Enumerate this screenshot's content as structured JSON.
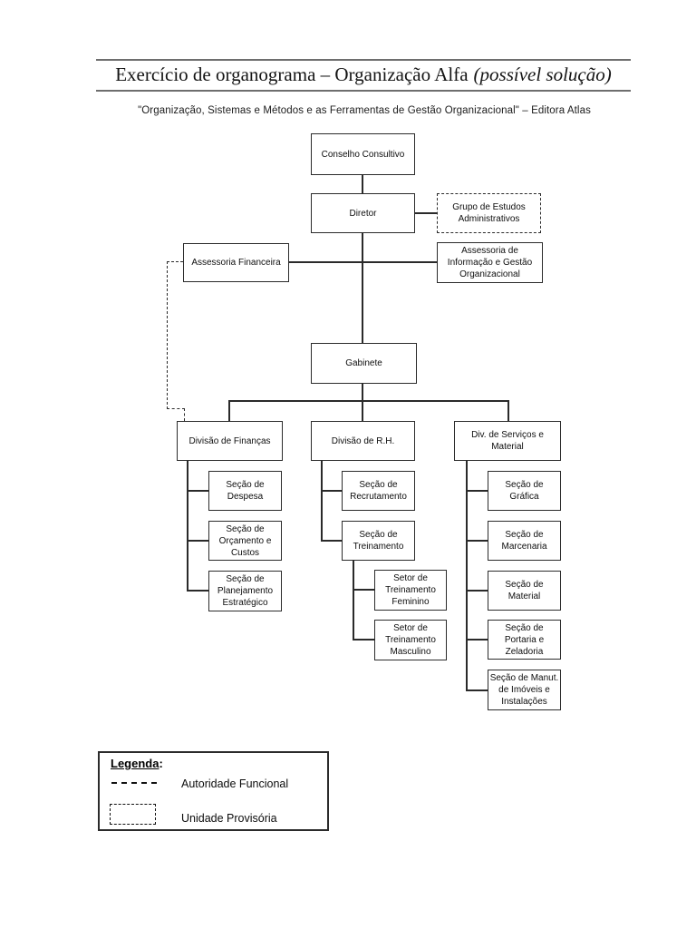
{
  "page": {
    "title_main": "Exercício de organograma – Organização Alfa",
    "title_italic": "(possível solução)",
    "subtitle": "\"Organização, Sistemas e Métodos e as Ferramentas de Gestão Organizacional\" – Editora Atlas"
  },
  "chart": {
    "type": "organizational-chart",
    "nodes": {
      "conselho": "Conselho Consultivo",
      "diretor": "Diretor",
      "grupo_estudos": "Grupo de Estudos\nAdministrativos",
      "assessoria_financeira": "Assessoria Financeira",
      "assessoria_info": "Assessoria de\nInformação e Gestão\nOrganizacional",
      "gabinete": "Gabinete",
      "div_financas": "Divisão de Finanças",
      "div_rh": "Divisão de R.H.",
      "div_servicos": "Div. de Serviços e\nMaterial",
      "secao_despesa": "Seção de\nDespesa",
      "secao_orcamento": "Seção de\nOrçamento e\nCustos",
      "secao_planejamento": "Seção de\nPlanejamento\nEstratégico",
      "secao_recrutamento": "Seção de\nRecrutamento",
      "secao_treinamento": "Seção de\nTreinamento",
      "setor_trein_feminino": "Setor de\nTreinamento\nFeminino",
      "setor_trein_masculino": "Setor de\nTreinamento\nMasculino",
      "secao_grafica": "Seção de Gráfica",
      "secao_marcenaria": "Seção de\nMarcenaria",
      "secao_material": "Seção de\nMaterial",
      "secao_portaria": "Seção de\nPortaria e\nZeladoria",
      "secao_manut": "Seção de Manut.\nde Imóveis e\nInstalações"
    }
  },
  "legend": {
    "heading": "Legenda",
    "heading_colon": ":",
    "items": [
      {
        "symbol": "dashed-line",
        "label": "Autoridade Funcional"
      },
      {
        "symbol": "dashed-box",
        "label": "Unidade Provisória"
      }
    ]
  },
  "colors": {
    "ink": "#1a1a1a",
    "box_border": "#2b2b2b",
    "title_rule": "#6e6e6e",
    "background": "#ffffff"
  }
}
